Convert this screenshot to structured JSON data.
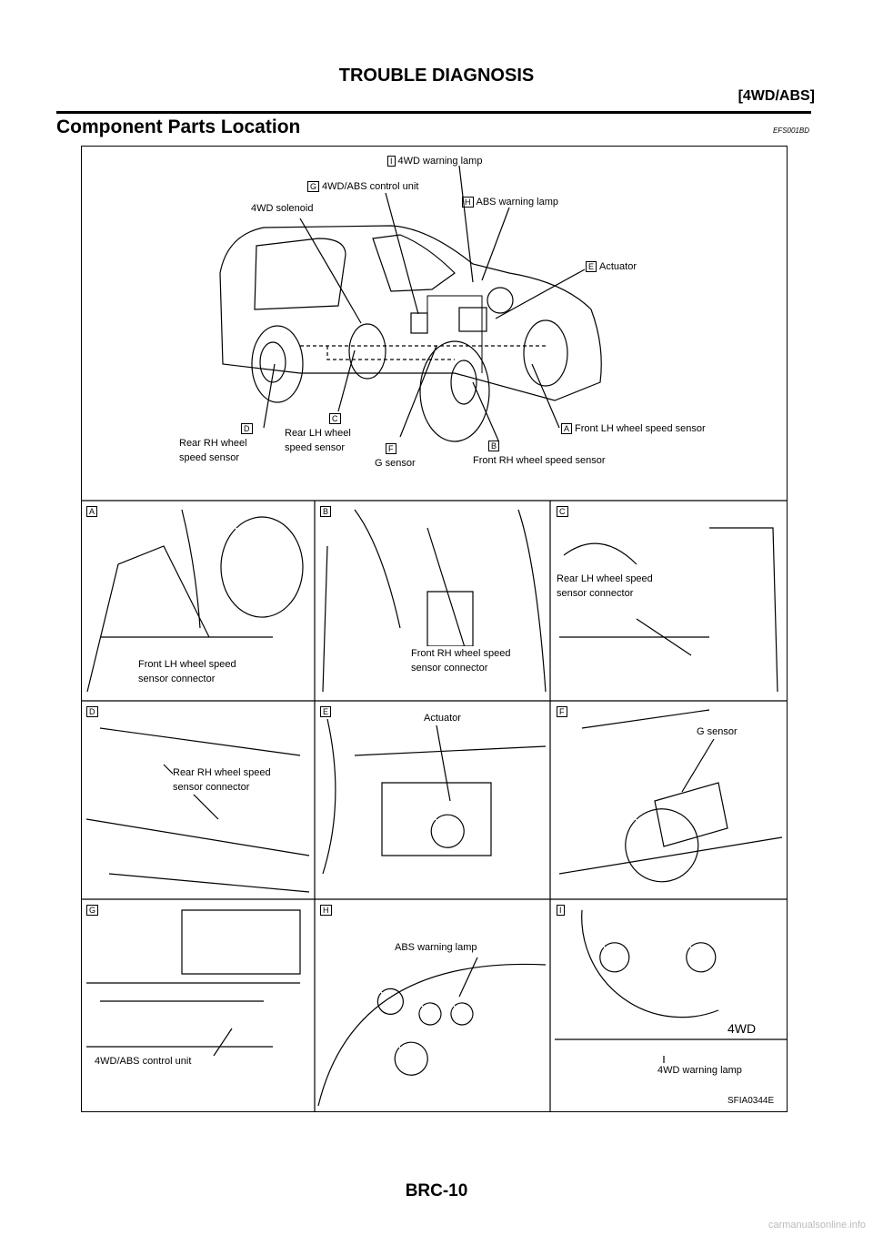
{
  "header": {
    "title": "TROUBLE DIAGNOSIS",
    "subtitle": "[4WD/ABS]"
  },
  "section": {
    "title": "Component Parts Location",
    "code": "EFS001BD"
  },
  "overview": {
    "labels": [
      {
        "key": "I",
        "text": "4WD warning lamp"
      },
      {
        "key": "G",
        "text": "4WD/ABS control unit"
      },
      {
        "key": "H",
        "text": "ABS warning lamp"
      },
      {
        "key": "",
        "text": "4WD solenoid"
      },
      {
        "key": "E",
        "text": "Actuator"
      },
      {
        "key": "A",
        "text": "Front LH wheel speed sensor"
      },
      {
        "key": "D",
        "text": "Rear RH wheel speed sensor"
      },
      {
        "key": "C",
        "text": "Rear LH wheel speed sensor"
      },
      {
        "key": "F",
        "text": "G sensor"
      },
      {
        "key": "B",
        "text": "Front RH wheel speed sensor"
      }
    ]
  },
  "panels": [
    {
      "key": "A",
      "callout": "Front LH wheel speed sensor connector"
    },
    {
      "key": "B",
      "callout": "Front RH wheel speed sensor connector"
    },
    {
      "key": "C",
      "callout": "Rear LH wheel speed sensor connector"
    },
    {
      "key": "D",
      "callout": "Rear RH wheel speed sensor connector"
    },
    {
      "key": "E",
      "callout": "Actuator"
    },
    {
      "key": "F",
      "callout": "G sensor"
    },
    {
      "key": "G",
      "callout": "4WD/ABS control unit"
    },
    {
      "key": "H",
      "callout": "ABS warning lamp"
    },
    {
      "key": "I",
      "callout": "4WD warning lamp",
      "indicator": "4WD"
    }
  ],
  "figure_code": "SFIA0344E",
  "footer": {
    "page": "BRC-10",
    "watermark": "carmanualsonline.info"
  }
}
